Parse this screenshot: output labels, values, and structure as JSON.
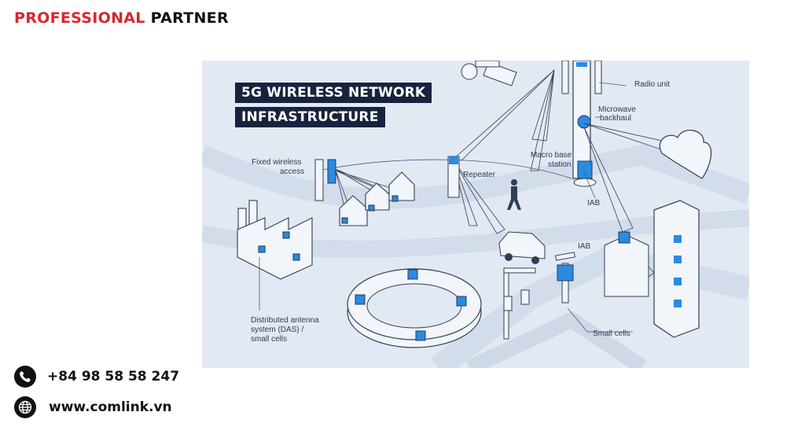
{
  "brand": {
    "word1": "PROFESSIONAL",
    "word2": "PARTNER",
    "accent": "#d7262e"
  },
  "contact": {
    "phone": {
      "icon": "phone-icon",
      "text": "+84 98 58 58 247"
    },
    "web": {
      "icon": "globe-icon",
      "text": "www.comlink.vn"
    }
  },
  "figure": {
    "title_line1": "5G WIRELESS NETWORK",
    "title_line2": "INFRASTRUCTURE",
    "labels": {
      "radio_unit": "Radio unit",
      "microwave_1": "Microwave",
      "microwave_2": "backhaul",
      "fixed_1": "Fixed wireless",
      "fixed_2": "access",
      "macro_1": "Macro base",
      "macro_2": "station",
      "repeater": "Repeater",
      "iab_1": "IAB",
      "iab_2": "IAB",
      "das_1": "Distributed antenna",
      "das_2": "system (DAS) /",
      "das_3": "small cells",
      "small_cells": "Small cells"
    }
  }
}
